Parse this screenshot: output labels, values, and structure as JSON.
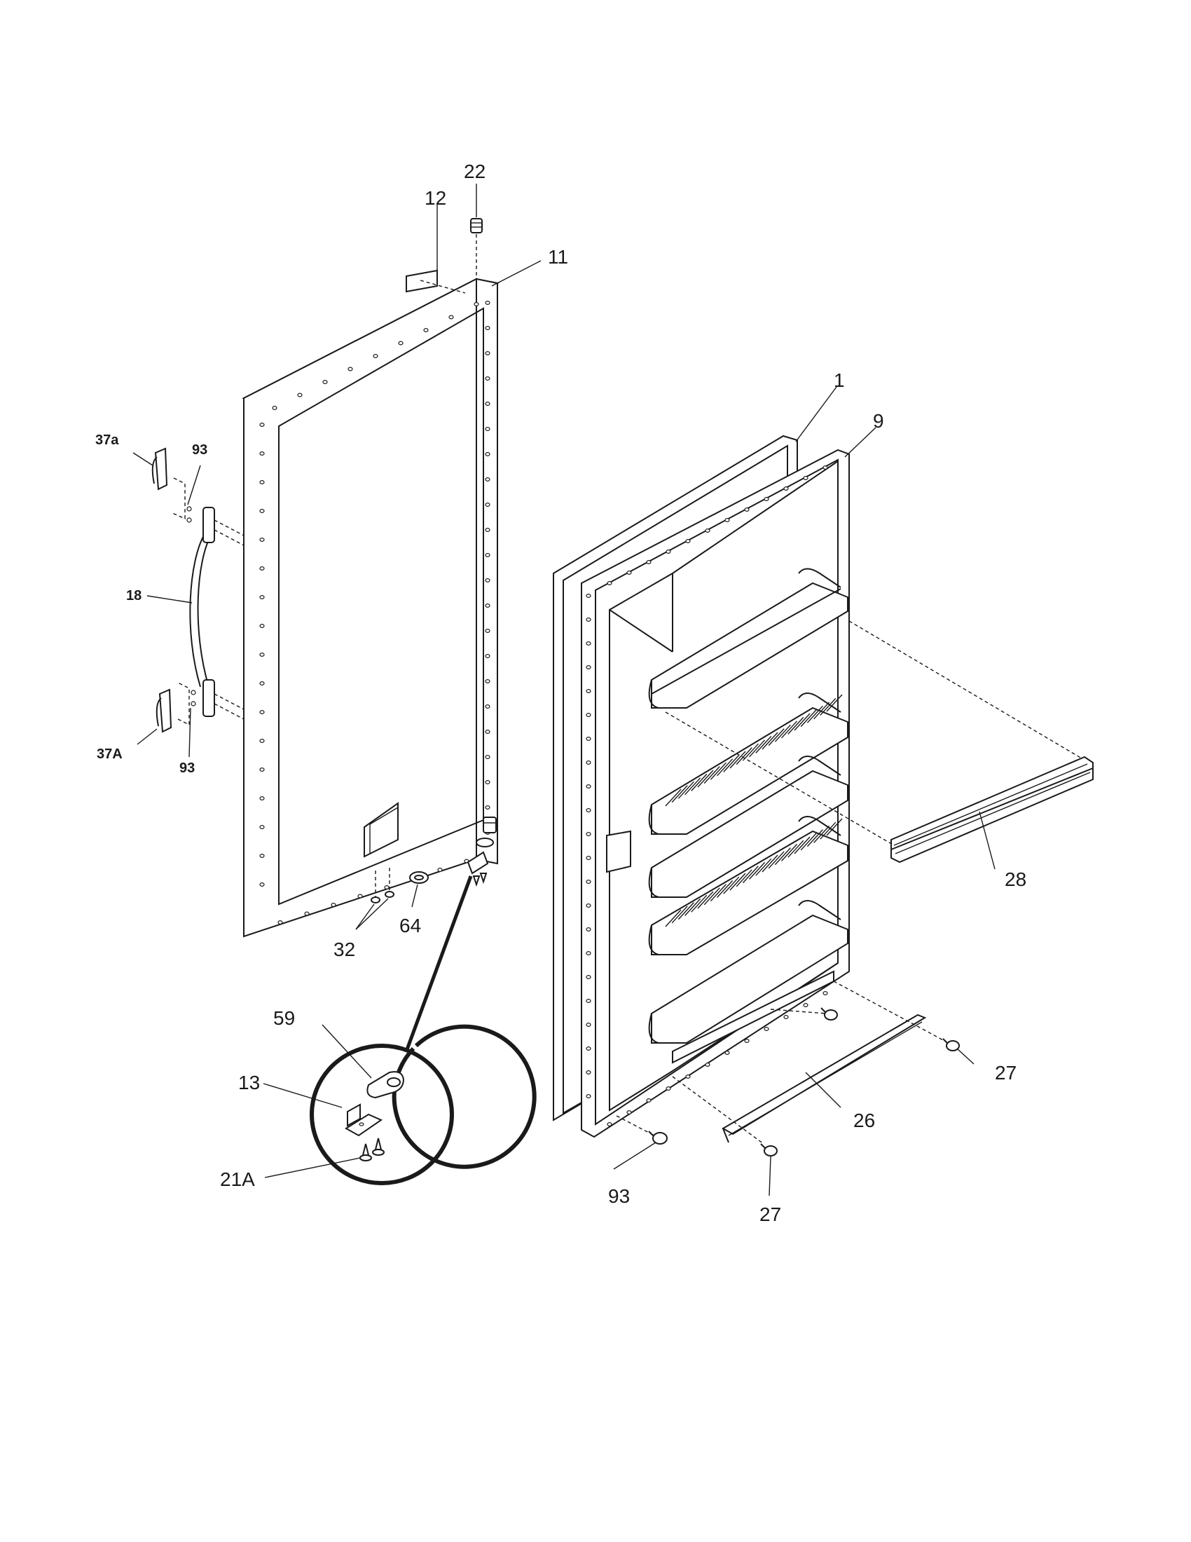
{
  "diagram": {
    "callouts": {
      "c22": "22",
      "c12": "12",
      "c11": "11",
      "c1": "1",
      "c9": "9",
      "c37a": "37a",
      "c93_top": "93",
      "c18": "18",
      "c37A": "37A",
      "c93_mid": "93",
      "c28": "28",
      "c32": "32",
      "c64": "64",
      "c59": "59",
      "c13": "13",
      "c21A": "21A",
      "c27_right": "27",
      "c26": "26",
      "c93_bottom": "93",
      "c27_bottom": "27"
    },
    "colors": {
      "line": "#1a1a1a",
      "background": "#ffffff"
    }
  }
}
